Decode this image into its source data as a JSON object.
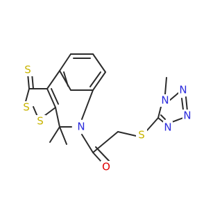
{
  "molecule": {
    "colors": {
      "bond": "#2b2b2b",
      "sulfur": "#c8b400",
      "nitrogen": "#2a2adc",
      "oxygen": "#e00000",
      "carbon": "#2b2b2b"
    },
    "atom_labels": {
      "thione_s": "S",
      "dithiole_s1": "S",
      "dithiole_s2": "S",
      "ring_n": "N",
      "carbonyl_o": "O",
      "thioether_s": "S",
      "tetrazole_n1": "N",
      "tetrazole_n2": "N",
      "tetrazole_n3": "N",
      "tetrazole_n4": "N"
    }
  }
}
